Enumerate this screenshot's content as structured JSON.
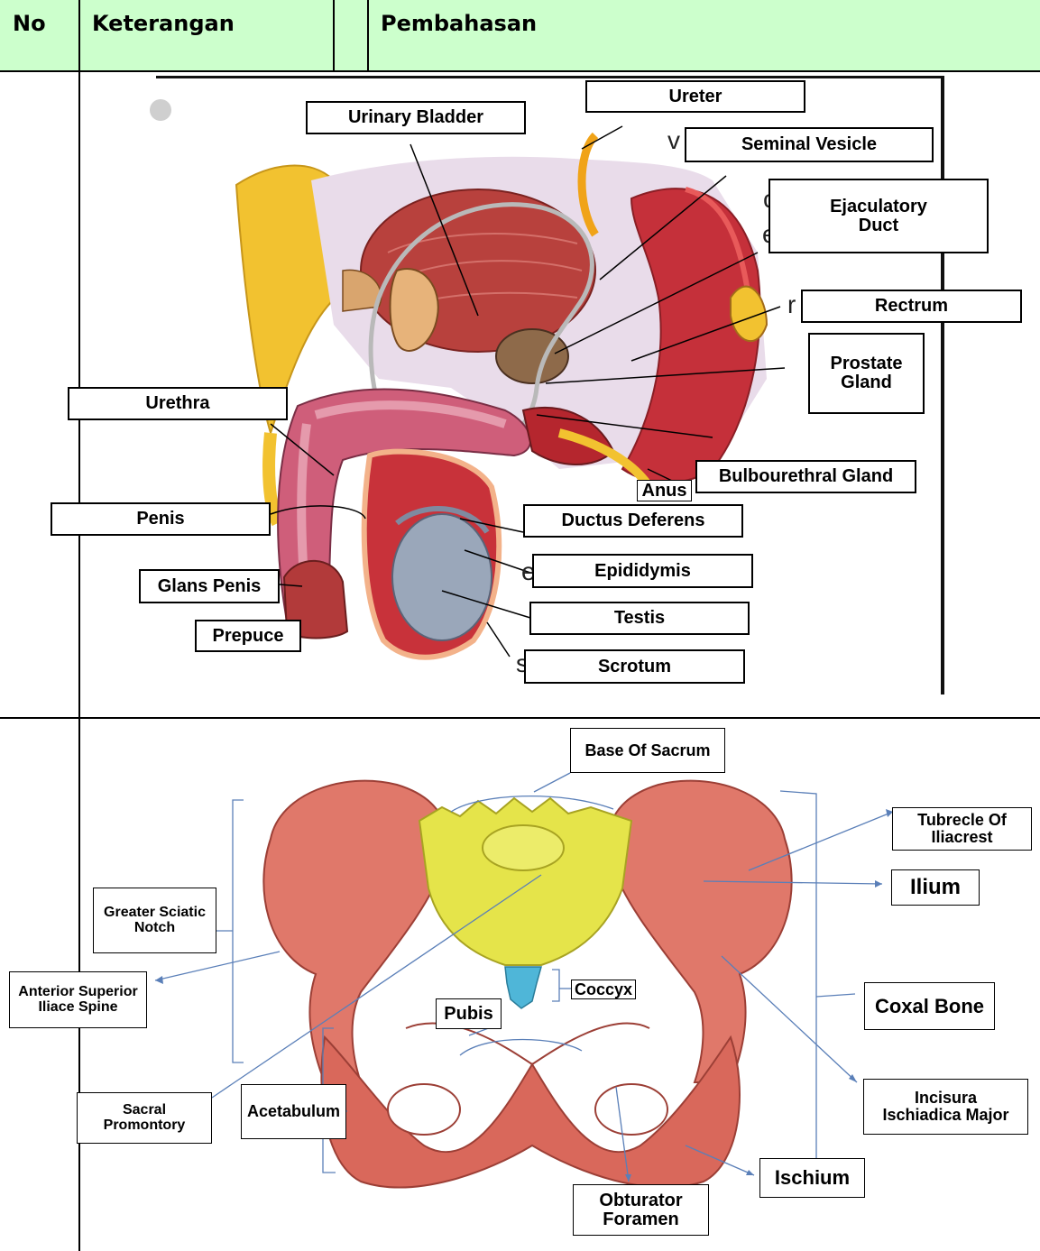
{
  "table": {
    "headers": [
      "No",
      "Keterangan",
      "",
      "Pembahasan"
    ]
  },
  "male_figure": {
    "labels": {
      "ureter": "Ureter",
      "urinary_bladder": "Urinary Bladder",
      "seminal_vesicle": "Seminal Vesicle",
      "ejaculatory_duct": "Ejaculatory Duct",
      "rectrum": "Rectrum",
      "prostate_gland": "Prostate Gland",
      "urethra": "Urethra",
      "bulbourethral_gland": "Bulbourethral Gland",
      "anus": "Anus",
      "penis": "Penis",
      "ductus_deferens": "Ductus Deferens",
      "epididymis": "Epididymis",
      "glans_penis": "Glans Penis",
      "testis": "Testis",
      "prepuce": "Prepuce",
      "scrotum": "Scrotum"
    },
    "stray_letters": [
      "v",
      "c",
      "e",
      "r",
      "e",
      "s"
    ]
  },
  "pelvis_figure": {
    "labels": {
      "base_of_sacrum": "Base Of Sacrum",
      "tubrecle_of_iliacrest": "Tubrecle Of Iliacrest",
      "ilium": "Ilium",
      "greater_sciatic_notch": "Greater Sciatic Notch",
      "coccyx": "Coccyx",
      "anterior_superior_iliace_spine": "Anterior Superior Iliace Spine",
      "coxal_bone": "Coxal Bone",
      "pubis": "Pubis",
      "incisura_ischiadica_major": "Incisura Ischiadica Major",
      "sacral_promontory": "Sacral Promontory",
      "acetabulum": "Acetabulum",
      "ischium": "Ischium",
      "obturator_foramen": "Obturator Foramen"
    }
  }
}
